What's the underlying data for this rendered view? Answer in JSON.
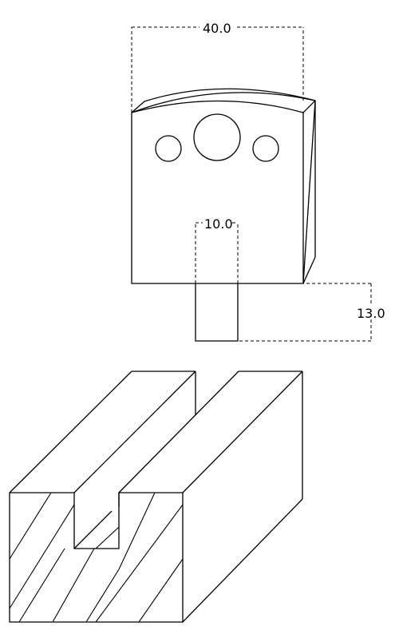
{
  "dimensions": {
    "width": "40.0",
    "slot_width": "10.0",
    "tab_height": "13.0"
  },
  "colors": {
    "line": "#000000",
    "background": "#ffffff"
  }
}
